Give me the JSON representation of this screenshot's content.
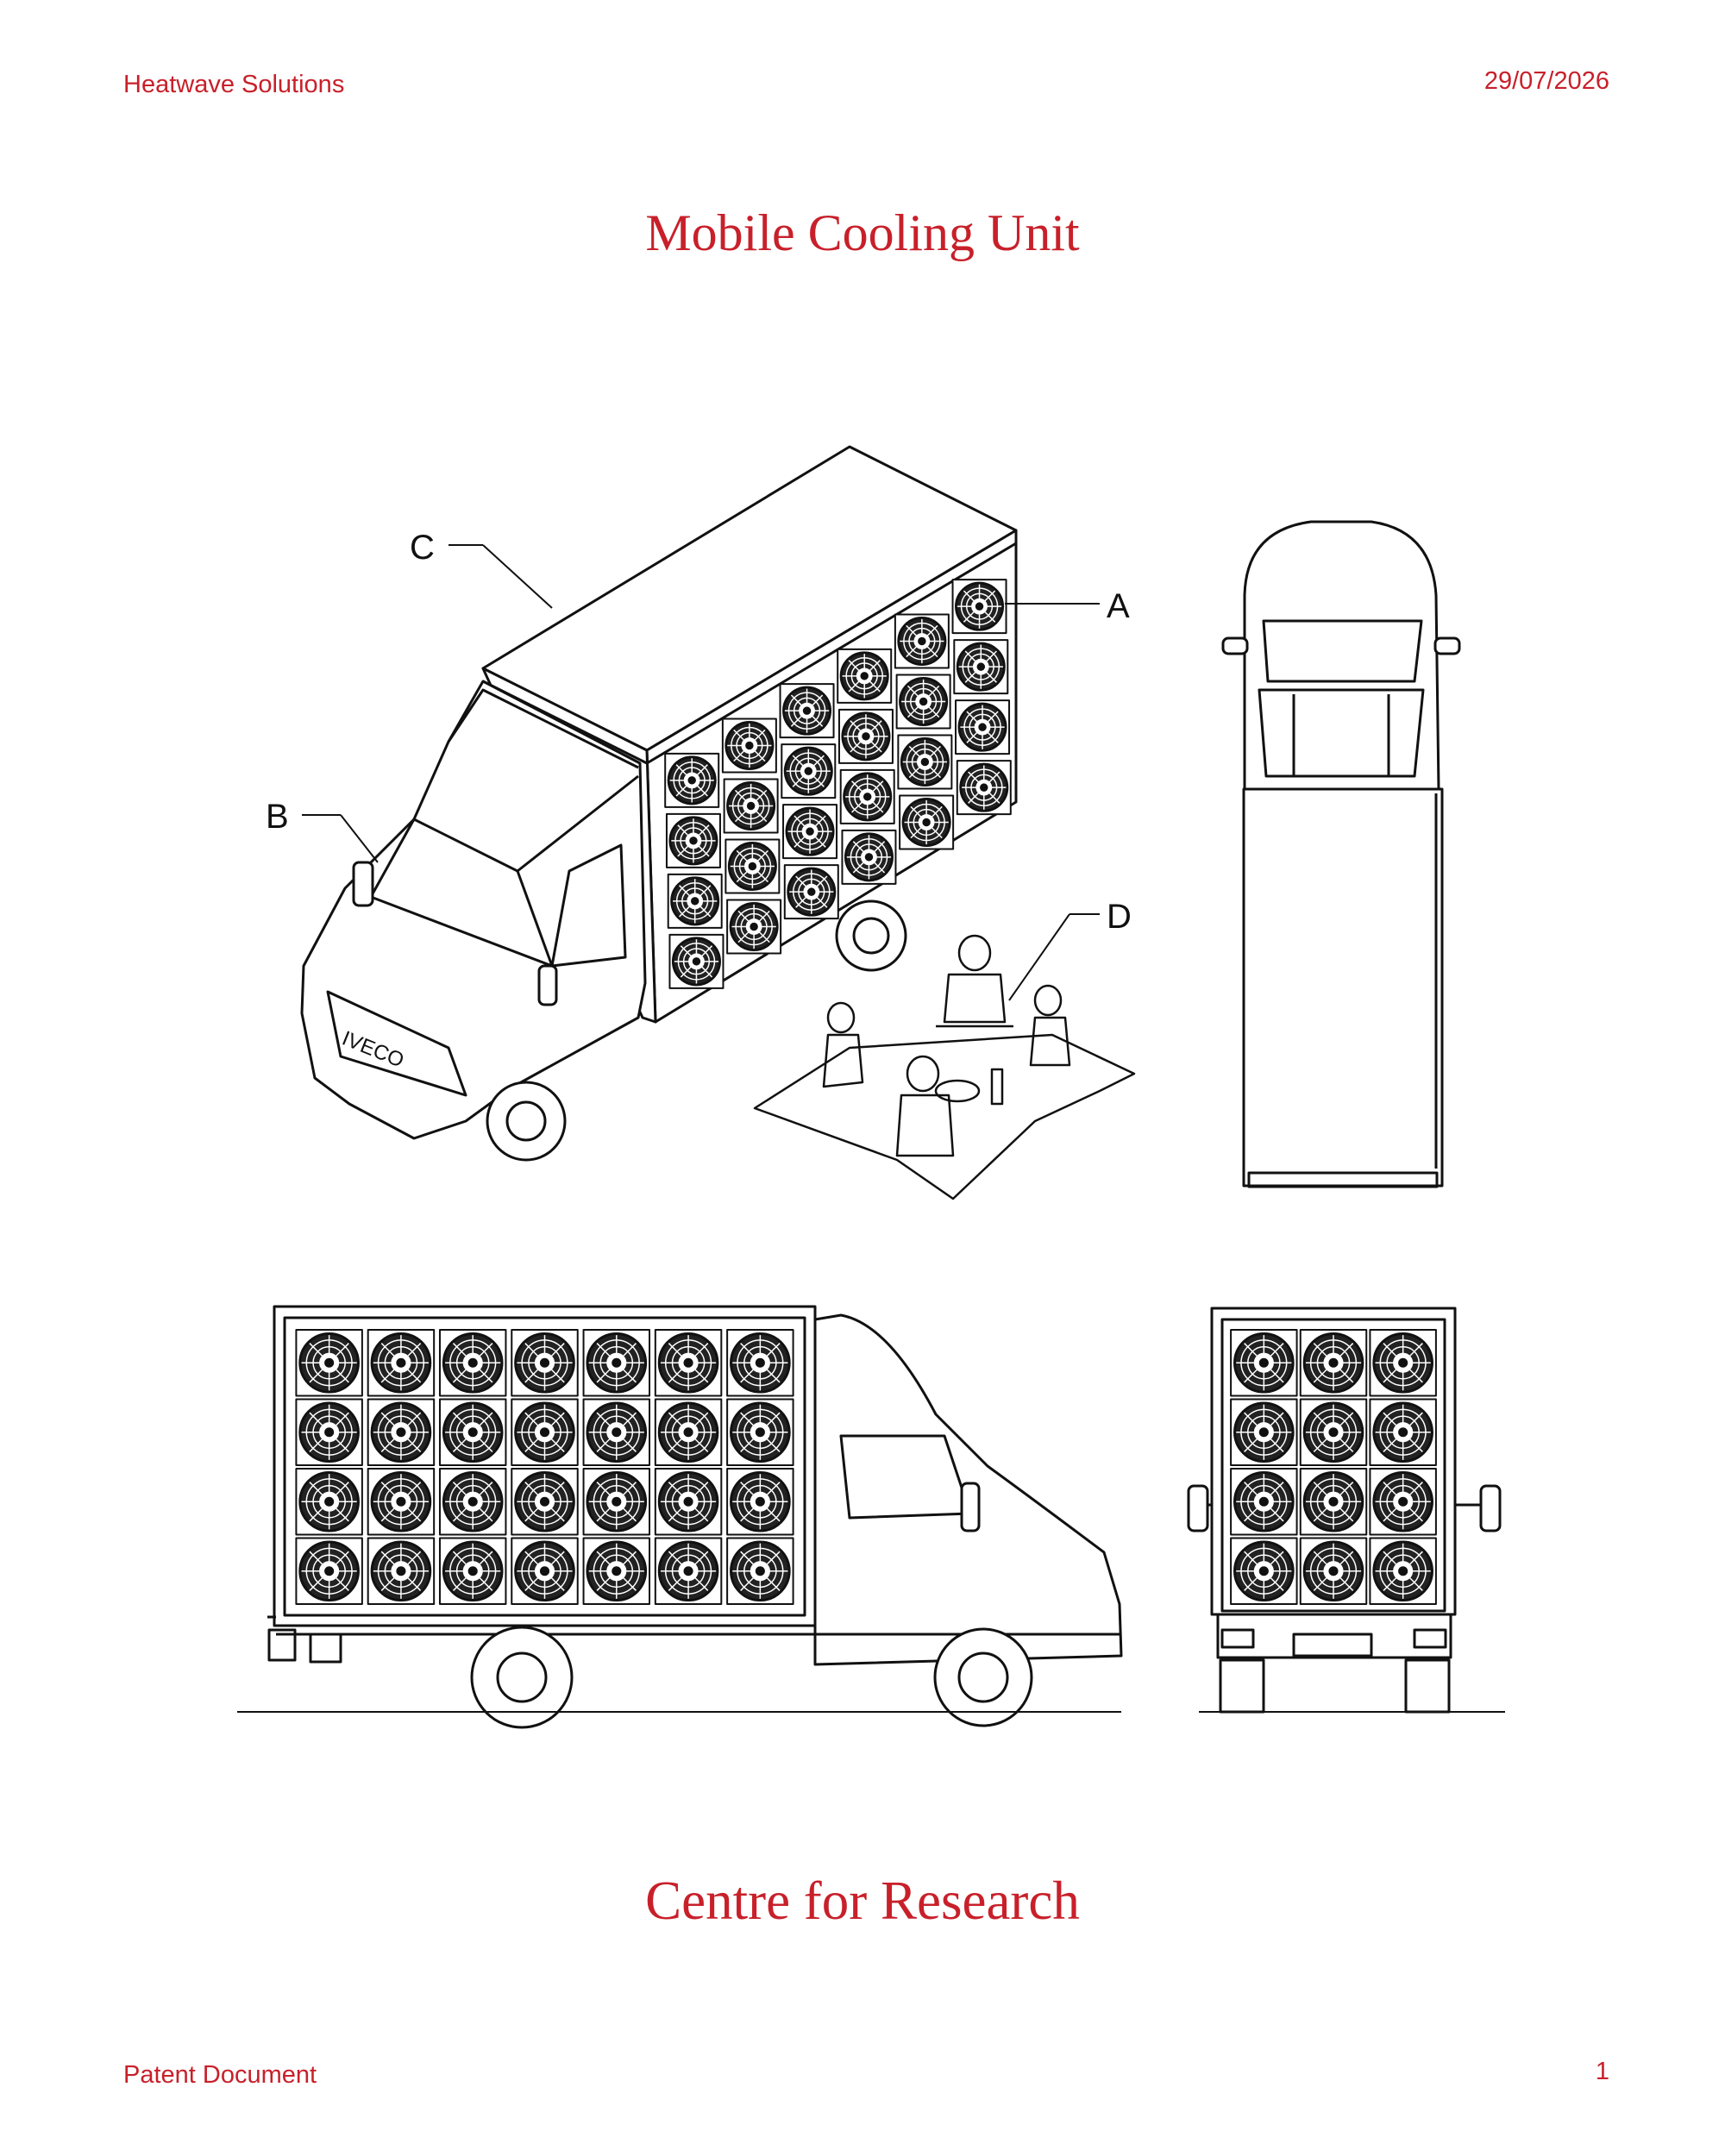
{
  "header": {
    "company": "Heatwave Solutions",
    "date": "29/07/2026"
  },
  "document": {
    "title": "Mobile Cooling Unit",
    "subtitle": "Centre for Research"
  },
  "footer": {
    "doc_type": "Patent Document",
    "page_number": "1"
  },
  "figure": {
    "callouts": [
      "A",
      "B",
      "C",
      "D"
    ],
    "views": [
      "isometric-view",
      "top-view",
      "side-view",
      "rear-view"
    ],
    "grids": {
      "isometric": {
        "rows": 4,
        "cols": 6
      },
      "side": {
        "rows": 4,
        "cols": 7
      },
      "rear": {
        "rows": 4,
        "cols": 3
      }
    },
    "cab_badge": "IVECO"
  }
}
